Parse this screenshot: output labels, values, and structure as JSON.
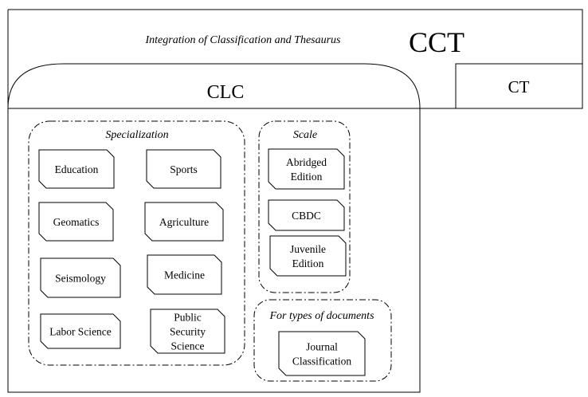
{
  "outer_frame": {
    "subtitle": "Integration of  Classification and Thesaurus",
    "title": "CCT"
  },
  "ct_box": {
    "label": "CT"
  },
  "clc_section": {
    "title": "CLC"
  },
  "specialization": {
    "title": "Specialization",
    "items": [
      {
        "lines": [
          "Education"
        ]
      },
      {
        "lines": [
          "Sports"
        ]
      },
      {
        "lines": [
          "Geomatics"
        ]
      },
      {
        "lines": [
          "Agriculture"
        ]
      },
      {
        "lines": [
          "Seismology"
        ]
      },
      {
        "lines": [
          "Medicine"
        ]
      },
      {
        "lines": [
          "Labor Science"
        ]
      },
      {
        "lines": [
          "Public",
          "Security",
          "Science"
        ]
      }
    ]
  },
  "scale": {
    "title": "Scale",
    "items": [
      {
        "lines": [
          "Abridged",
          "Edition"
        ]
      },
      {
        "lines": [
          "CBDC"
        ]
      },
      {
        "lines": [
          "Juvenile",
          "Edition"
        ]
      }
    ]
  },
  "document_types": {
    "title": "For types of documents",
    "items": [
      {
        "lines": [
          "Journal",
          "Classification"
        ]
      }
    ]
  }
}
